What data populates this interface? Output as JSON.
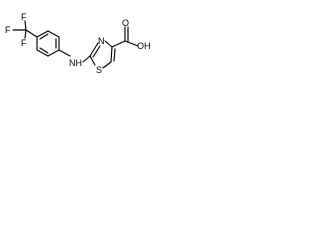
{
  "molecule": {
    "labels": {
      "trifluoromethyl_F_top": "F",
      "trifluoromethyl_F_left": "F",
      "trifluoromethyl_F_bottom": "F",
      "amine": "NH",
      "thiazole_nitrogen": "N",
      "thiazole_sulfur": "S",
      "carbonyl_oxygen": "O",
      "hydroxyl": "OH"
    }
  }
}
